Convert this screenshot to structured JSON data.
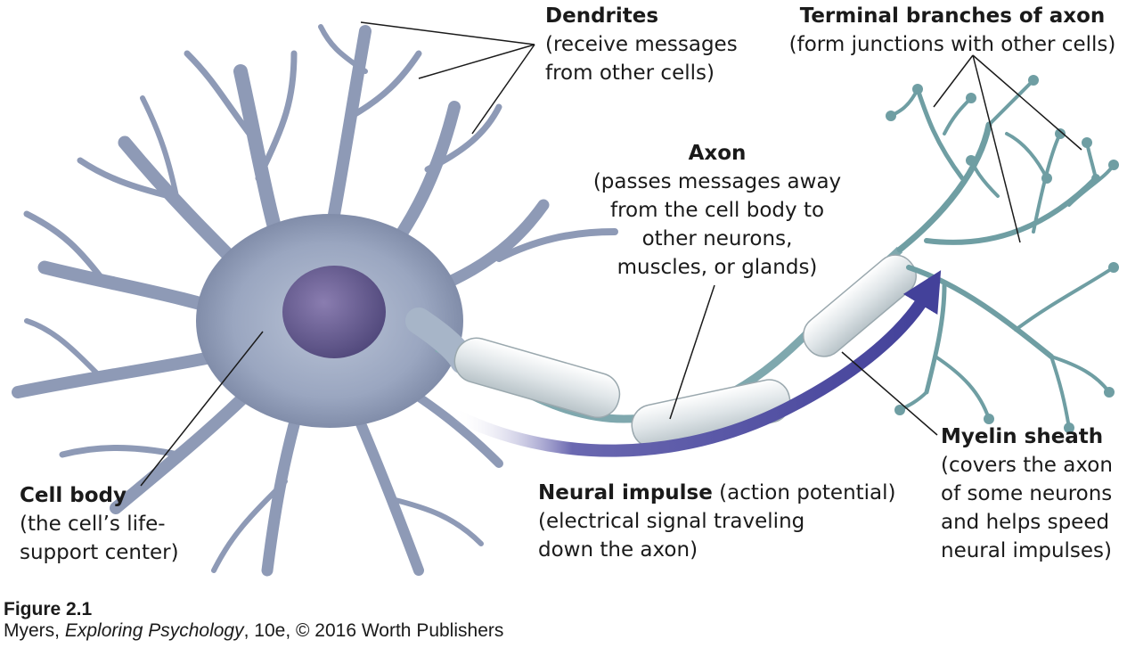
{
  "labels": {
    "dendrites": {
      "title": "Dendrites",
      "desc": "(receive messages\nfrom other cells)"
    },
    "terminal": {
      "title": "Terminal branches of axon",
      "desc": "(form junctions with other cells)"
    },
    "axon": {
      "title": "Axon",
      "desc": "(passes messages away\nfrom the cell body to\nother neurons,\nmuscles, or glands)"
    },
    "cell_body": {
      "title": "Cell body",
      "desc": "(the cell’s life-\nsupport center)"
    },
    "impulse": {
      "title": "Neural impulse",
      "title_suffix": " (action potential)",
      "desc": "(electrical signal traveling\ndown the axon)"
    },
    "myelin": {
      "title": "Myelin sheath",
      "desc": "(covers the axon\nof some neurons\nand helps speed\nneural impulses)"
    }
  },
  "caption": {
    "figure": "Figure 2.1",
    "author": "Myers, ",
    "book": "Exploring Psychology",
    "rest": ", 10e, © 2016 Worth Publishers"
  },
  "colors": {
    "cell": "#9aa6c0",
    "cell_dark": "#5c6788",
    "nucleus": "#5e5488",
    "myelin": "#e6eaec",
    "terminal": "#6f9ea3",
    "impulse_arrow": "#4d4c9a",
    "leader_line": "#1a1a1a"
  }
}
